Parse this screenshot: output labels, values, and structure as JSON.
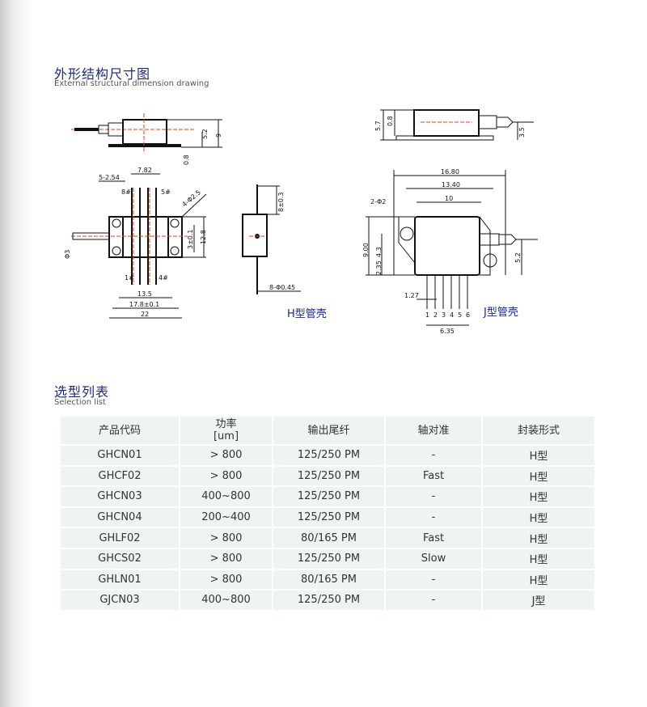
{
  "section1": {
    "title_cn": "外形结构尺寸图",
    "title_en": "External structural dimension drawing"
  },
  "drawing_labels": {
    "side_h": [
      "5.2",
      "9",
      "0.8"
    ],
    "top_h": [
      "7.82",
      "5-2.54",
      "8#",
      "5#",
      "4-Φ2.5",
      "Φ3",
      "3±0.1",
      "12.8",
      "1#",
      "4#",
      "13.5",
      "17.8±0.1",
      "22"
    ],
    "end_h": [
      "8±0.3",
      "8-Φ0.45"
    ],
    "caption_h": "H型管壳",
    "side_j": [
      "5.7",
      "0.8",
      "3.5"
    ],
    "top_j": [
      "16.80",
      "13.40",
      "10",
      "2-Φ2",
      "9.00",
      "4.3",
      "2.35",
      "5.2",
      "1.27",
      "6.35"
    ],
    "pins_j": [
      "1",
      "2",
      "3",
      "4",
      "5",
      "6"
    ],
    "caption_j": "J型管壳"
  },
  "section2": {
    "title_cn": "选型列表",
    "title_en": "Selection list"
  },
  "table": {
    "headers": [
      "产品代码",
      "功率\n[um]",
      "输出尾纤",
      "轴对准",
      "封装形式"
    ],
    "rows": [
      [
        "GHCN01",
        "> 800",
        "125/250 PM",
        "-",
        "H型"
      ],
      [
        "GHCF02",
        "> 800",
        "125/250 PM",
        "Fast",
        "H型"
      ],
      [
        "GHCN03",
        "400~800",
        "125/250 PM",
        "-",
        "H型"
      ],
      [
        "GHCN04",
        "200~400",
        "125/250 PM",
        "-",
        "H型"
      ],
      [
        "GHLF02",
        "> 800",
        "80/165 PM",
        "Fast",
        "H型"
      ],
      [
        "GHCS02",
        "> 800",
        "125/250 PM",
        "Slow",
        "H型"
      ],
      [
        "GHLN01",
        "> 800",
        "80/165 PM",
        "-",
        "H型"
      ],
      [
        "GJCN03",
        "400~800",
        "125/250 PM",
        "-",
        "J型"
      ]
    ]
  }
}
